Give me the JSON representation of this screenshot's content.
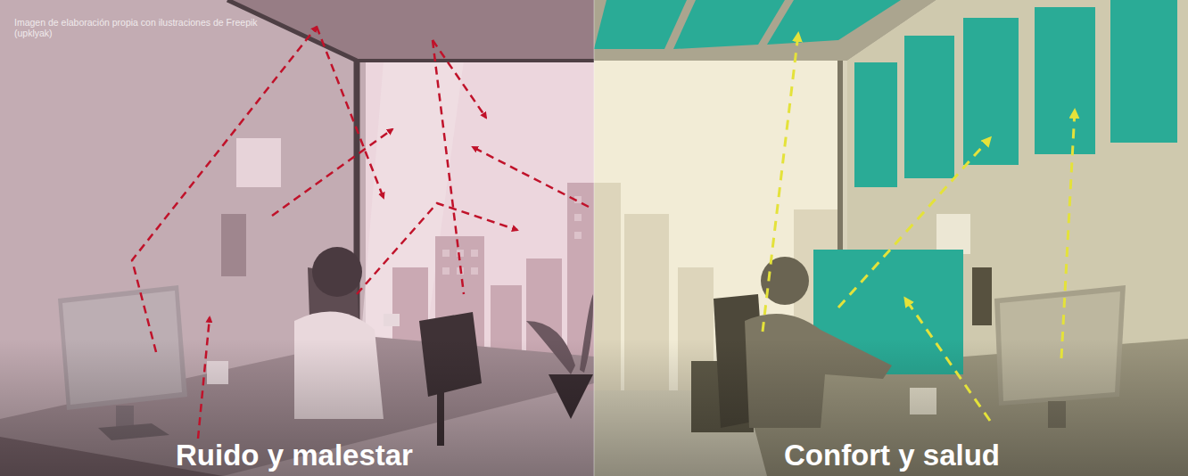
{
  "diagram": {
    "labels": [
      "Imagen de elaboración propia con ilustraciones de Freepik (upklyak)",
      "Ruido y malestar",
      "Confort y salud"
    ]
  }
}
